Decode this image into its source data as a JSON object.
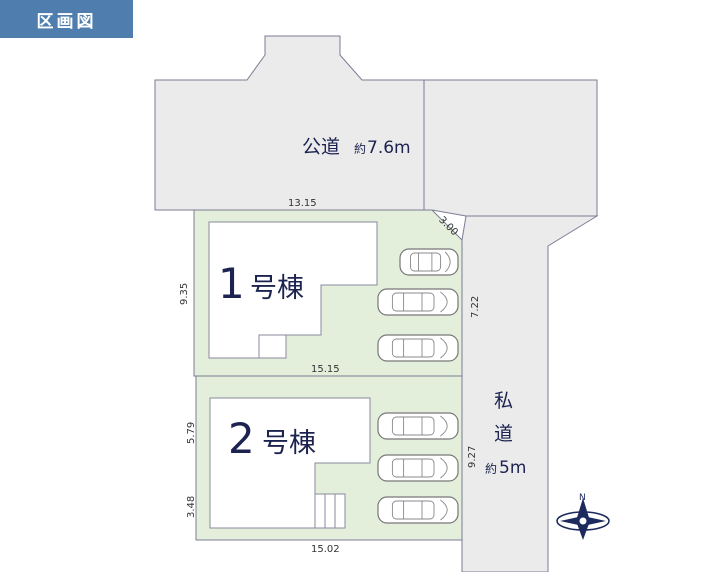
{
  "header": {
    "title": "区画図"
  },
  "roads": {
    "public_name": "公道",
    "public_width_prefix": "約",
    "public_width": "7.6m",
    "private_name_1": "私",
    "private_name_2": "道",
    "private_width_prefix": "約",
    "private_width": "5m"
  },
  "lots": {
    "lot1": {
      "number": "1",
      "suffix": "号棟"
    },
    "lot2": {
      "number": "2",
      "suffix": "号棟"
    }
  },
  "dimensions": {
    "top": "13.15",
    "corner": "3.00",
    "lot1_left": "9.35",
    "lot1_right": "7.22",
    "middle": "15.15",
    "lot2_left_upper": "5.79",
    "lot2_left_lower": "3.48",
    "lot2_right": "9.27",
    "bottom": "15.02"
  },
  "compass": {
    "north_label": "N"
  }
}
